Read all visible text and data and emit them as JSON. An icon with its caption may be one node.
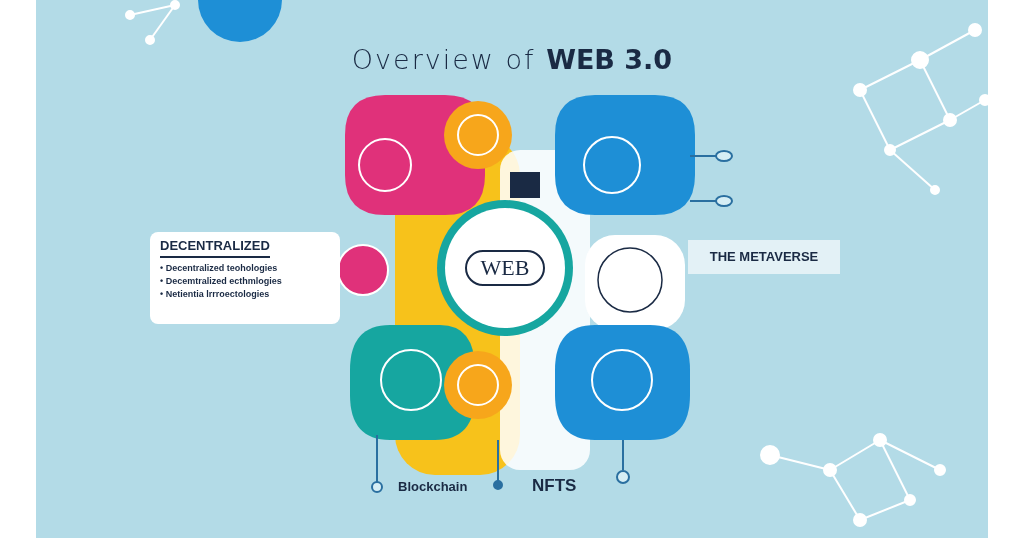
{
  "diagram": {
    "title": "Overview of **WEB 3.0**",
    "nodes": [
      {
        "text": [
          "DECENTRALIZED",
          "• Decentralized teohologies",
          "• Decemtralized ecthmlogies",
          "• Netientia lrrroectologies"
        ]
      },
      {
        "text": [
          "WEB"
        ]
      },
      {
        "text": [
          "THE METAVERSE"
        ]
      }
    ],
    "labels": [
      "Blockchain",
      "NFTS"
    ]
  }
}
